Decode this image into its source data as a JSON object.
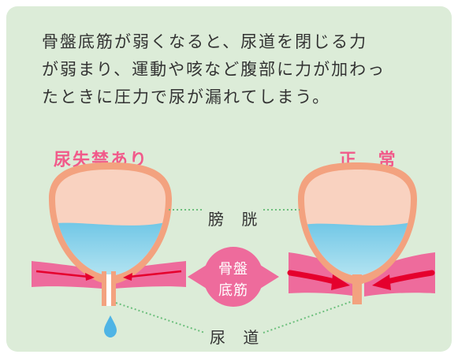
{
  "description": "骨盤底筋が弱くなると、尿道を閉じる力\nが弱まり、運動や咳など腹部に力が加わっ\nたときに圧力で尿が漏れてしまう。",
  "labels": {
    "incontinence": "尿失禁あり",
    "normal": "正 常",
    "bladder": "膀 胱",
    "urethra": "尿 道",
    "pelvic_floor_line1": "骨盤",
    "pelvic_floor_line2": "底筋"
  },
  "colors": {
    "background": "#dcecd8",
    "accent_pink": "#f15a8a",
    "muscle_pink": "#ee6b9c",
    "bladder_wall": "#f3a27f",
    "bladder_inner": "#f9d2c0",
    "urine_blue": "#8fd3ea",
    "arrow_red": "#e5002d",
    "leader_green": "#6cbf7c"
  },
  "icons": {
    "leak": "water-drop-icon"
  }
}
